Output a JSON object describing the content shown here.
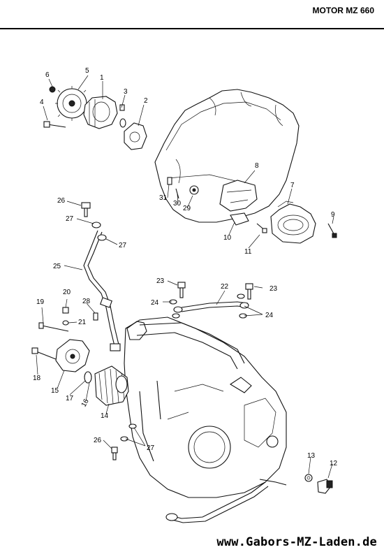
{
  "header": {
    "title": "MOTOR MZ 660"
  },
  "footer": {
    "url": "www.Gabors-MZ-Laden.de"
  },
  "callouts": {
    "c1": "1",
    "c2": "2",
    "c3": "3",
    "c4": "4",
    "c5": "5",
    "c6": "6",
    "c7": "7",
    "c8": "8",
    "c9": "9",
    "c10": "10",
    "c11": "11",
    "c12": "12",
    "c13": "13",
    "c14": "14",
    "c15": "15",
    "c16": "16",
    "c17": "17",
    "c18": "18",
    "c19": "19",
    "c20": "20",
    "c21": "21",
    "c22": "22",
    "c23a": "23",
    "c23b": "23",
    "c24a": "24",
    "c24b": "24",
    "c25": "25",
    "c26a": "26",
    "c26b": "26",
    "c27a": "27",
    "c27b": "27",
    "c27c": "27",
    "c28": "28",
    "c29": "29",
    "c30": "30",
    "c31": "31"
  }
}
